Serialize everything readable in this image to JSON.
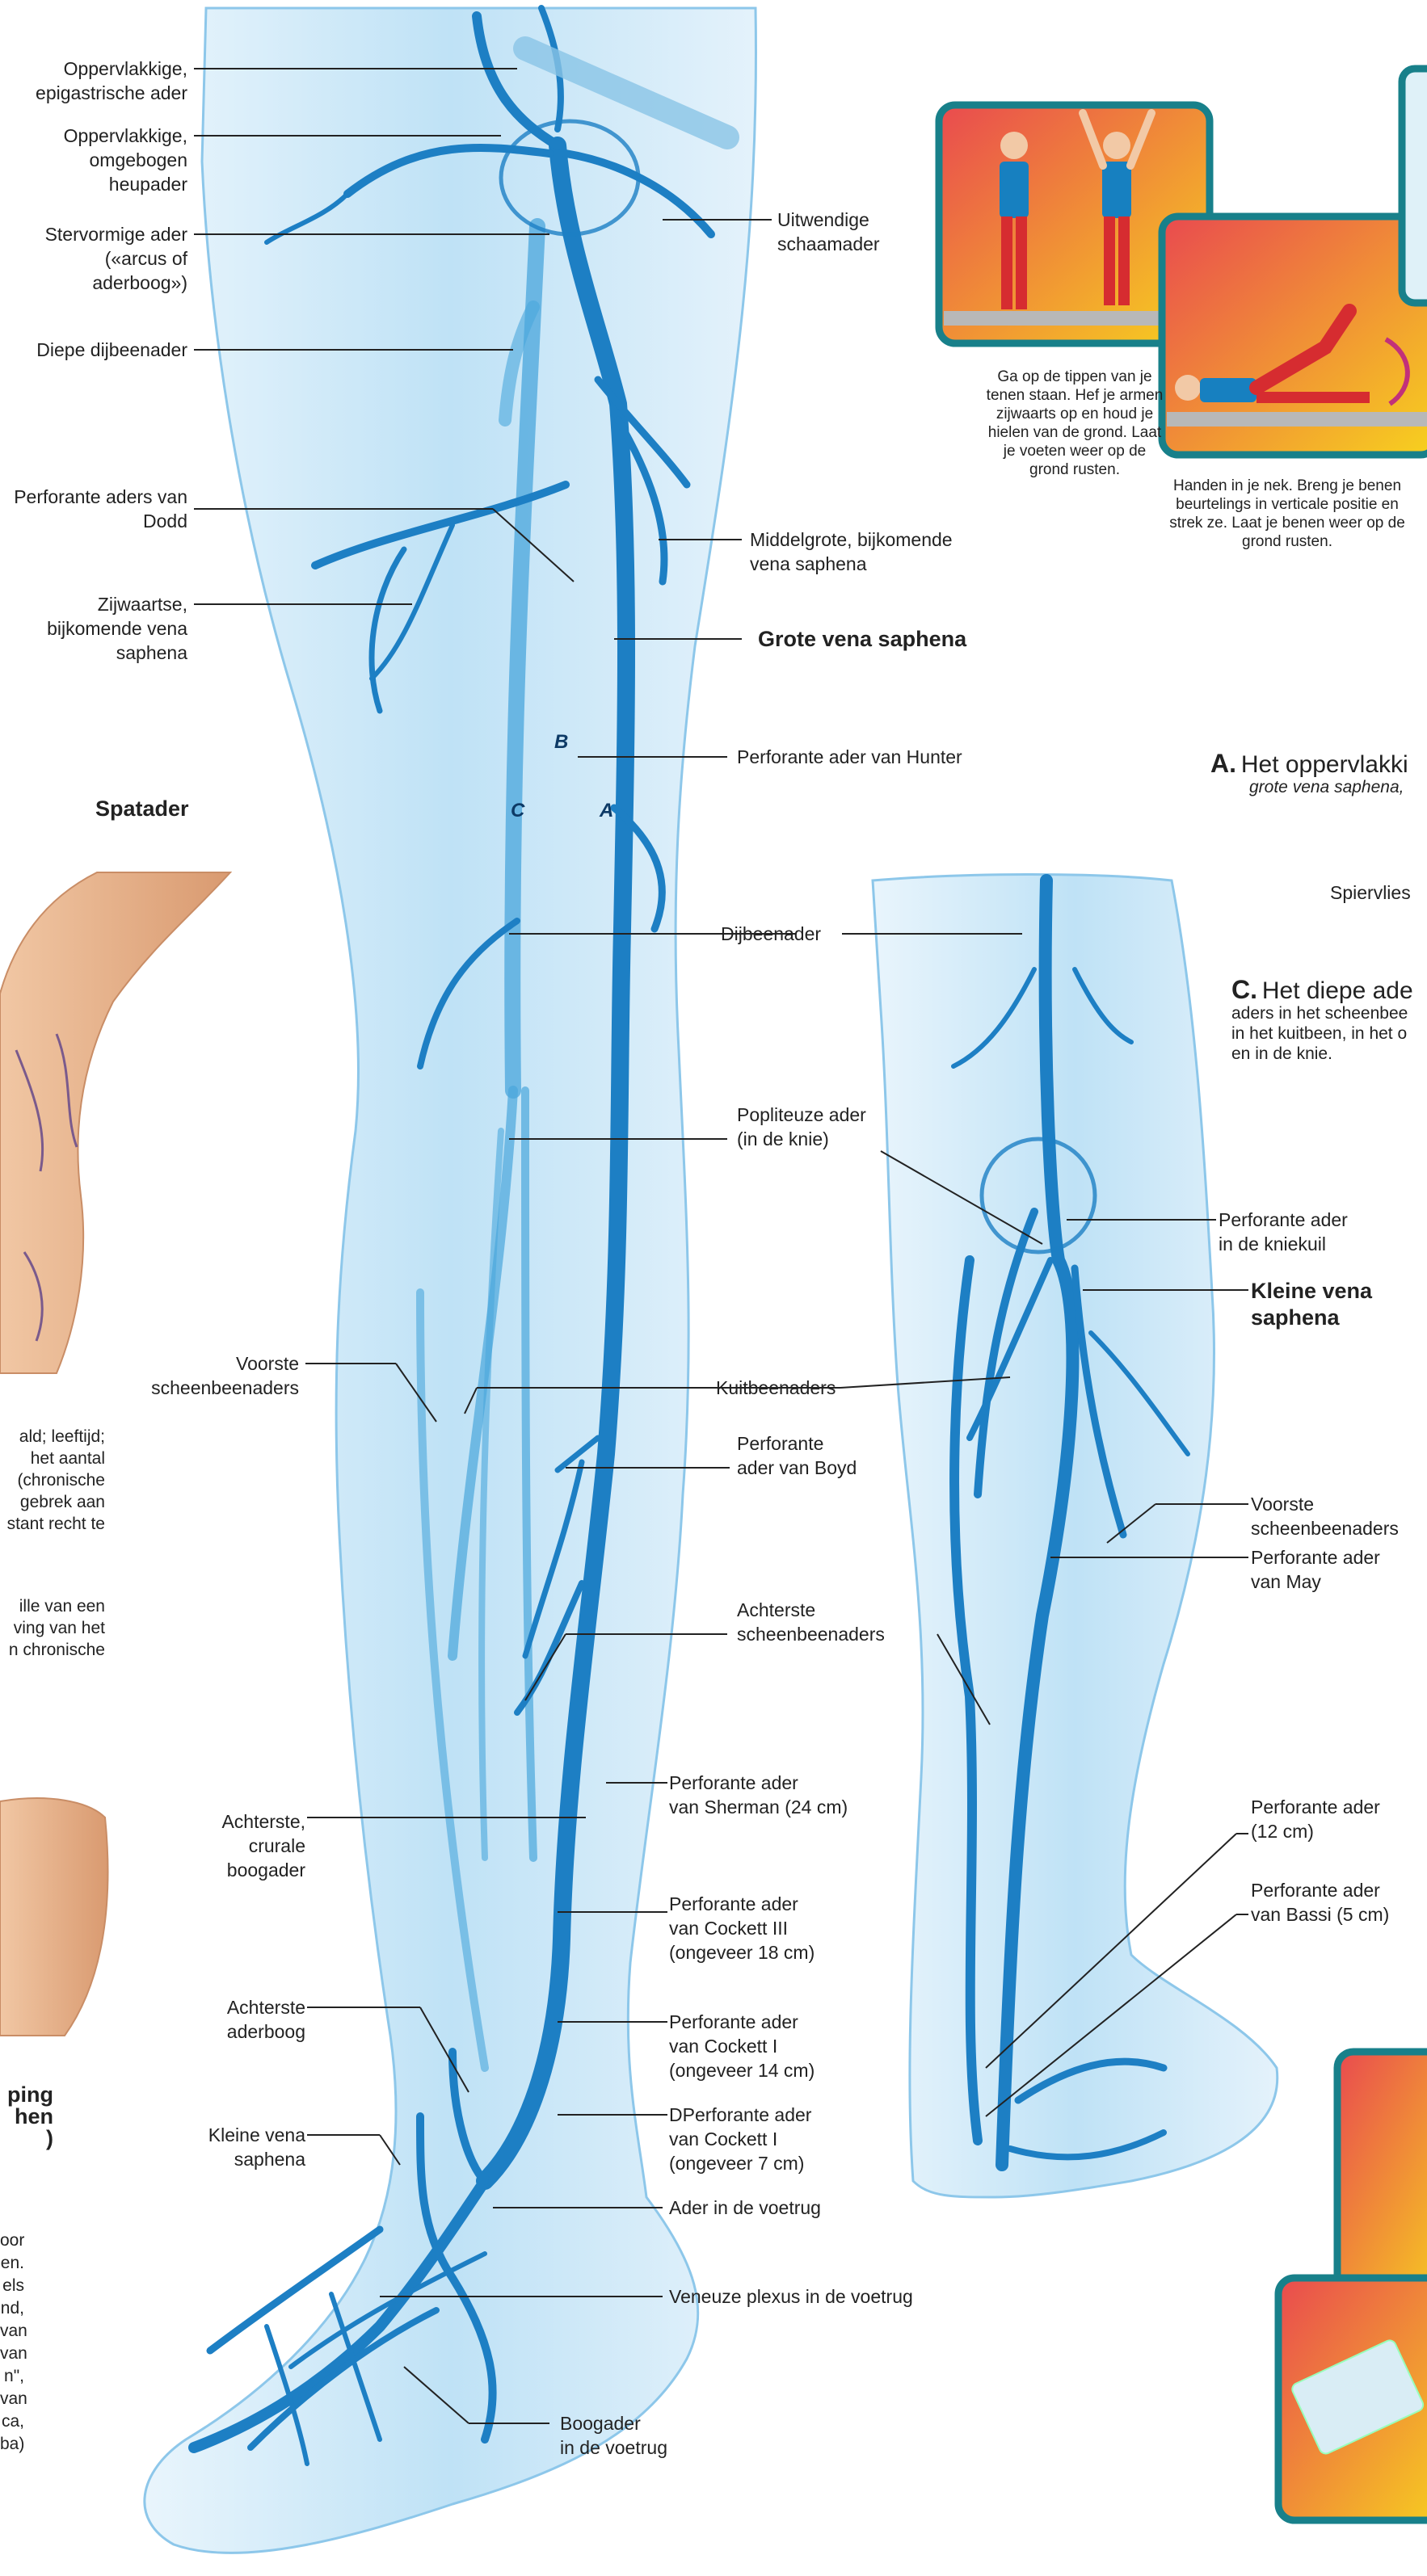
{
  "colors": {
    "vein": "#1d7fc4",
    "vein_dark": "#0e5f9f",
    "leg_fill": "#cfe9f8",
    "leg_edge": "#8dc7ea",
    "panel_border": "#18808a",
    "skin": "#e8b48e"
  },
  "labels": {
    "oppervlakkige_epigastrische": "Oppervlakkige,\nepigastrische ader",
    "oppervlakkige_heupader": "Oppervlakkige,\nomgebogen\nheupader",
    "stervormige_ader": "Stervormige ader\n(«arcus of\naderboog»)",
    "diepe_dijbeenader": "Diepe dijbeenader",
    "perforante_dodd": "Perforante aders van\nDodd",
    "zijwaartse_saphena": "Zijwaartse,\nbijkomende vena\nsaphena",
    "uitwendige_schaamader": "Uitwendige\nschaamader",
    "middelgrote_saphena": "Middelgrote, bijkomende\nvena saphena",
    "grote_vena_saphena": "Grote vena saphena",
    "perforante_hunter": "Perforante ader van Hunter",
    "dijbeenader": "Dijbeenader",
    "popliteuze_ader": "Popliteuze ader\n(in de knie)",
    "voorste_scheenbeenaders_left": "Voorste\nscheenbeenaders",
    "kuitbeenaders": "Kuitbeenaders",
    "perforante_boyd": "Perforante\nader van Boyd",
    "achterste_scheenbeenaders": "Achterste\nscheenbeenaders",
    "perforante_sherman": "Perforante ader\nvan Sherman (24 cm)",
    "achterste_crurale": "Achterste,\ncrurale\nboogader",
    "perforante_cockett_iii": "Perforante ader\nvan Cockett III\n(ongeveer 18 cm)",
    "achterste_aderboog": "Achterste\naderboog",
    "perforante_cockett_i_14": "Perforante ader\nvan Cockett I\n(ongeveer 14 cm)",
    "kleine_vena_saphena_left": "Kleine vena\nsaphena",
    "dperforante_cockett_i_7": "DPerforante ader\nvan Cockett I\n(ongeveer 7 cm)",
    "ader_voetrug": "Ader in de voetrug",
    "veneuze_plexus": "Veneuze plexus in de voetrug",
    "boogader_voetrug": "Boogader\nin de voetrug",
    "perforante_kniekuil": "Perforante ader\nin de kniekuil",
    "kleine_vena_saphena_right": "Kleine vena\nsaphena",
    "voorste_scheenbeenaders_right": "Voorste\nscheenbeenaders",
    "perforante_may": "Perforante ader\nvan May",
    "perforante_12cm": "Perforante ader\n(12 cm)",
    "perforante_bassi": "Perforante ader\nvan Bassi (5 cm)",
    "spiervlies": "Spiervlies",
    "spatader": "Spatader"
  },
  "letters": {
    "a": "A",
    "b": "B",
    "c": "C"
  },
  "captions": {
    "exercise_1": "Ga op de tippen van je\ntenen staan. Hef je armen\nzijwaarts op en houd je\nhielen van de grond. Laat\nje voeten weer op de\ngrond rusten.",
    "exercise_2": "Handen in je nek. Breng je benen\nbeurtelings in verticale positie en\nstrek ze. Laat je benen weer op de\ngrond rusten."
  },
  "sections": {
    "a_key": "A.",
    "a_title": "Het oppervlakki",
    "a_sub": "grote vena saphena,",
    "c_key": "C.",
    "c_title": "Het diepe ade",
    "c_body": "aders in het scheenbee\nin het kuitbeen, in het o\nen in de knie."
  },
  "fragments": {
    "body_1": "ald; leeftijd;\n het aantal\n(chronische\ngebrek aan\nstant recht te",
    "body_2": "ille van een\nving van het\nn chronische",
    "heading": "ping\nhen\n)",
    "body_3": "oor\nen.\nels\nnd,\nvan\nvan\nn\",\nvan\nca,\nba)"
  }
}
